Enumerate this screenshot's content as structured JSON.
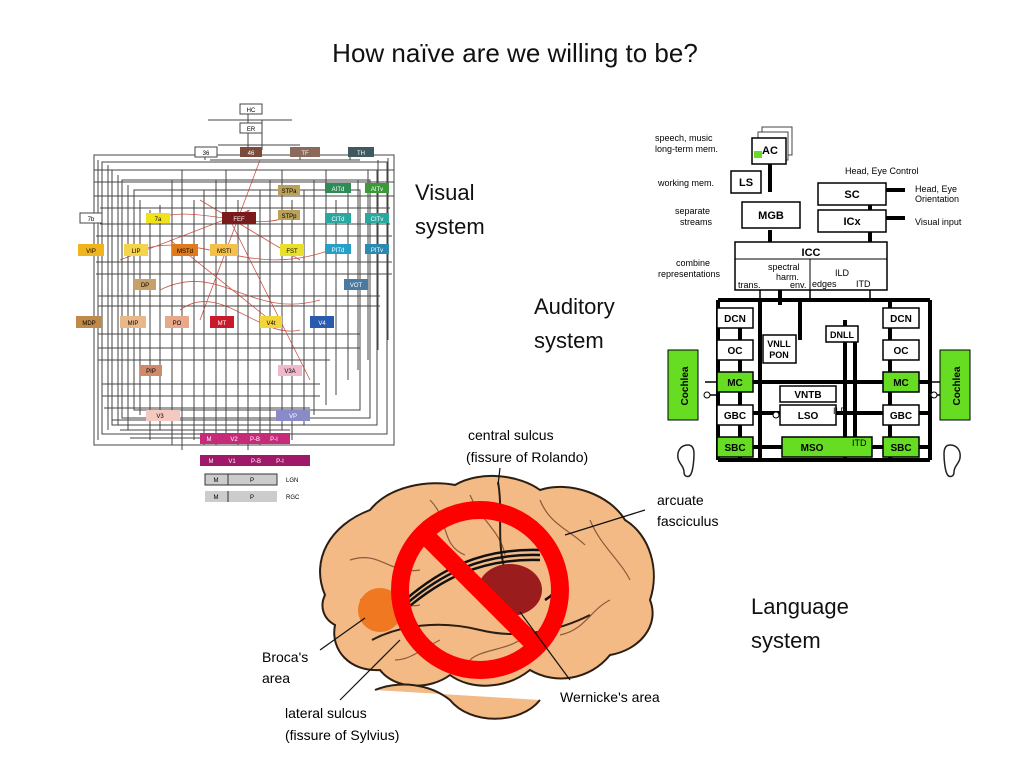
{
  "slide": {
    "title": "How naïve are we willing to be?",
    "captions": {
      "visual": [
        "Visual",
        "system"
      ],
      "auditory": [
        "Auditory",
        "system"
      ],
      "language": [
        "Language",
        "system"
      ]
    }
  },
  "visual_diagram": {
    "labels": {
      "hc": "HC",
      "er": "ER",
      "a36": "36",
      "a46": "46",
      "tf": "TF",
      "th": "TH",
      "stpa": "STPa",
      "aitd": "AITd",
      "aitv": "AITv",
      "a7b": "7b",
      "a7a": "7a",
      "fef": "FEF",
      "stpp": "STPp",
      "citd": "CITd",
      "citv": "CITv",
      "vip": "VIP",
      "lip": "LIP",
      "mstd": "MSTd",
      "msti": "MSTl",
      "fst": "FST",
      "pitd": "PITd",
      "pitv": "PITv",
      "dp": "DP",
      "vot": "VOT",
      "mdp": "MDP",
      "mip": "MIP",
      "po": "PO",
      "mt": "MT",
      "v4t": "V4t",
      "v4": "V4",
      "pip": "PIP",
      "v3a": "V3A",
      "v3": "V3",
      "vp": "VP",
      "v2m": "M",
      "v2": "V2",
      "v2pb": "P-B",
      "v2pi": "P-I",
      "v1m": "M",
      "v1": "V1",
      "v1pb": "P-B",
      "v1pi": "P-I",
      "lgnm": "M",
      "lgnp": "P",
      "lgn": "LGN",
      "rgcm": "M",
      "rgcp": "P",
      "rgc": "RGC"
    }
  },
  "auditory_diagram": {
    "labels": {
      "speech": "speech, music",
      "ltm": "long-term mem.",
      "ac": "AC",
      "working": "working mem.",
      "ls": "LS",
      "headeye": "Head, Eye Control",
      "sc": "SC",
      "headeye2": "Head, Eye",
      "orientation": "Orientation",
      "separate": "separate",
      "streams": "streams",
      "mgb": "MGB",
      "icx": "ICx",
      "visualinput": "Visual input",
      "icc": "ICC",
      "combine": "combine",
      "representations": "representations",
      "spectral": "spectral",
      "harm": "harm.",
      "ild": "ILD",
      "trans": "trans.",
      "env": "env.",
      "edges": "edges",
      "itd": "ITD",
      "dcn_l": "DCN",
      "dcn_r": "DCN",
      "dnll": "DNLL",
      "vnll": "VNLL",
      "pon": "PON",
      "oc_l": "OC",
      "oc_r": "OC",
      "cochlea_l": "Cochlea",
      "cochlea_r": "Cochlea",
      "mc_l": "MC",
      "mc_r": "MC",
      "vntb": "VNTB",
      "gbc_l": "GBC",
      "gbc_r": "GBC",
      "lso": "LSO",
      "ild2": "ILD",
      "sbc_l": "SBC",
      "sbc_r": "SBC",
      "mso": "MSO",
      "itd2": "ITD"
    }
  },
  "language_diagram": {
    "labels": {
      "central": "central sulcus",
      "rolando": "(fissure of Rolando)",
      "arcuate": "arcuate",
      "fasciculus": "fasciculus",
      "broca": "Broca's",
      "area": "area",
      "wernicke": "Wernicke's area",
      "lateral": "lateral sulcus",
      "sylvius": "(fissure of Sylvius)"
    }
  }
}
